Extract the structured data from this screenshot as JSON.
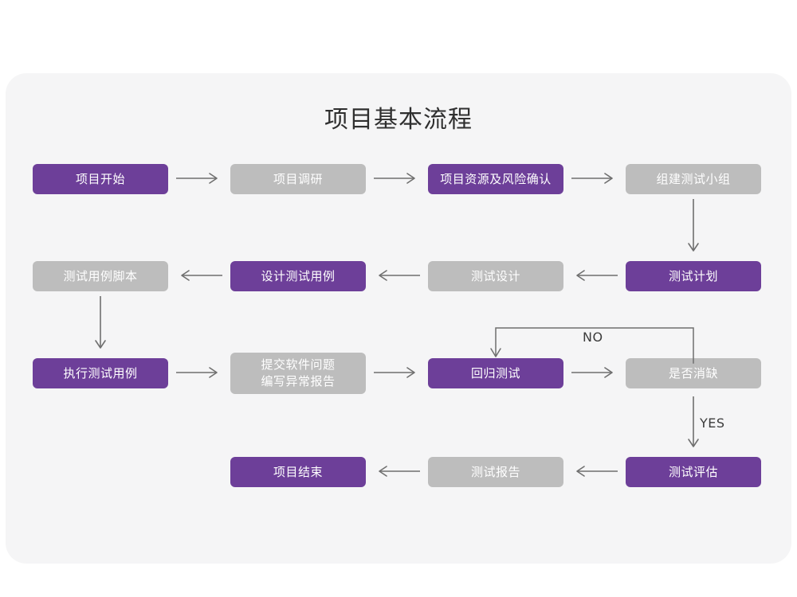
{
  "title": "项目基本流程",
  "colors": {
    "page_background": "#ffffff",
    "panel_background": "#f5f5f6",
    "accent_purple": "#6d3f99",
    "muted_gray": "#bdbdbd",
    "node_text": "#ffffff",
    "title_text": "#2f2f2f",
    "arrow_stroke": "#6f6f6f",
    "label_text": "#3c3c3c"
  },
  "chart_data": {
    "type": "diagram",
    "title": "项目基本流程",
    "nodes": [
      {
        "id": "n1",
        "label": "项目开始",
        "style": "purple",
        "row": 1,
        "col": 1
      },
      {
        "id": "n2",
        "label": "项目调研",
        "style": "gray",
        "row": 1,
        "col": 2
      },
      {
        "id": "n3",
        "label": "项目资源及风险确认",
        "style": "purple",
        "row": 1,
        "col": 3
      },
      {
        "id": "n4",
        "label": "组建测试小组",
        "style": "gray",
        "row": 1,
        "col": 4
      },
      {
        "id": "n5",
        "label": "测试用例脚本",
        "style": "gray",
        "row": 2,
        "col": 1
      },
      {
        "id": "n6",
        "label": "设计测试用例",
        "style": "purple",
        "row": 2,
        "col": 2
      },
      {
        "id": "n7",
        "label": "测试设计",
        "style": "gray",
        "row": 2,
        "col": 3
      },
      {
        "id": "n8",
        "label": "测试计划",
        "style": "purple",
        "row": 2,
        "col": 4
      },
      {
        "id": "n9",
        "label": "执行测试用例",
        "style": "purple",
        "row": 3,
        "col": 1
      },
      {
        "id": "n10",
        "label": "提交软件问题\n编写异常报告",
        "style": "gray",
        "row": 3,
        "col": 2
      },
      {
        "id": "n11",
        "label": "回归测试",
        "style": "purple",
        "row": 3,
        "col": 3
      },
      {
        "id": "n12",
        "label": "是否消缺",
        "style": "gray",
        "row": 3,
        "col": 4
      },
      {
        "id": "n13",
        "label": "项目结束",
        "style": "purple",
        "row": 4,
        "col": 2
      },
      {
        "id": "n14",
        "label": "测试报告",
        "style": "gray",
        "row": 4,
        "col": 3
      },
      {
        "id": "n15",
        "label": "测试评估",
        "style": "purple",
        "row": 4,
        "col": 4
      }
    ],
    "edges": [
      {
        "from": "n1",
        "to": "n2",
        "label": "",
        "direction": "right"
      },
      {
        "from": "n2",
        "to": "n3",
        "label": "",
        "direction": "right"
      },
      {
        "from": "n3",
        "to": "n4",
        "label": "",
        "direction": "right"
      },
      {
        "from": "n4",
        "to": "n8",
        "label": "",
        "direction": "down"
      },
      {
        "from": "n8",
        "to": "n7",
        "label": "",
        "direction": "left"
      },
      {
        "from": "n7",
        "to": "n6",
        "label": "",
        "direction": "left"
      },
      {
        "from": "n6",
        "to": "n5",
        "label": "",
        "direction": "left"
      },
      {
        "from": "n5",
        "to": "n9",
        "label": "",
        "direction": "down"
      },
      {
        "from": "n9",
        "to": "n10",
        "label": "",
        "direction": "right"
      },
      {
        "from": "n10",
        "to": "n11",
        "label": "",
        "direction": "right"
      },
      {
        "from": "n11",
        "to": "n12",
        "label": "",
        "direction": "right"
      },
      {
        "from": "n12",
        "to": "n11",
        "label": "NO",
        "direction": "loop-up-left-down"
      },
      {
        "from": "n12",
        "to": "n15",
        "label": "YES",
        "direction": "down"
      },
      {
        "from": "n15",
        "to": "n14",
        "label": "",
        "direction": "left"
      },
      {
        "from": "n14",
        "to": "n13",
        "label": "",
        "direction": "left"
      }
    ],
    "edge_labels": {
      "no": "NO",
      "yes": "YES"
    }
  }
}
